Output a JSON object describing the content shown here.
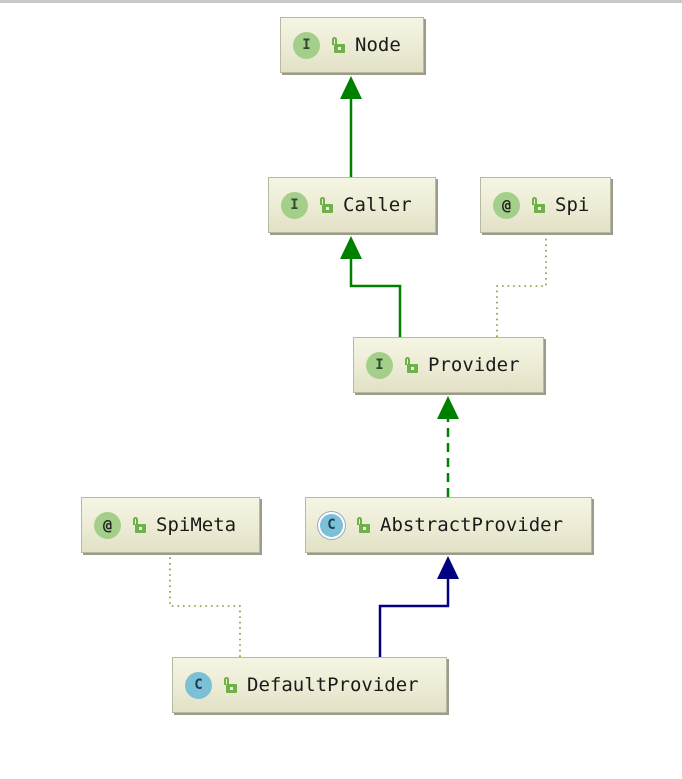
{
  "diagram": {
    "nodes": [
      {
        "id": "node",
        "kind": "interface",
        "badge": "I",
        "label": "Node"
      },
      {
        "id": "caller",
        "kind": "interface",
        "badge": "I",
        "label": "Caller"
      },
      {
        "id": "spi",
        "kind": "annotation",
        "badge": "@",
        "label": "Spi"
      },
      {
        "id": "provider",
        "kind": "interface",
        "badge": "I",
        "label": "Provider"
      },
      {
        "id": "spimeta",
        "kind": "annotation",
        "badge": "@",
        "label": "SpiMeta"
      },
      {
        "id": "abstractprovider",
        "kind": "abstract-class",
        "badge": "C",
        "label": "AbstractProvider"
      },
      {
        "id": "defaultprovider",
        "kind": "class",
        "badge": "C",
        "label": "DefaultProvider"
      }
    ],
    "edges": [
      {
        "from": "caller",
        "to": "node",
        "type": "extends",
        "color": "#008000"
      },
      {
        "from": "provider",
        "to": "caller",
        "type": "extends",
        "color": "#008000"
      },
      {
        "from": "abstractprovider",
        "to": "provider",
        "type": "implements",
        "color": "#008000"
      },
      {
        "from": "defaultprovider",
        "to": "abstractprovider",
        "type": "extends-class",
        "color": "#000080"
      },
      {
        "from": "provider",
        "to": "spi",
        "type": "annotated-with",
        "color": "#8a8a2a"
      },
      {
        "from": "defaultprovider",
        "to": "spimeta",
        "type": "annotated-with",
        "color": "#8a8a2a"
      }
    ]
  }
}
